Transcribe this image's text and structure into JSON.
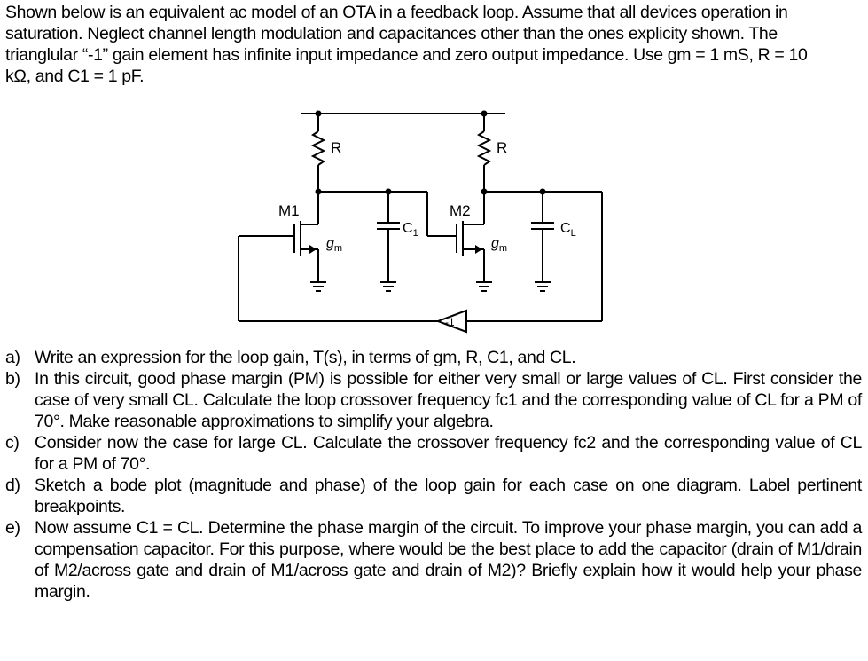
{
  "intro_lines": [
    "Shown below is an equivalent ac model of an OTA in a feedback loop. Assume that all devices operation in",
    "saturation. Neglect channel length modulation and capacitances other than the ones explicity shown.  The",
    "trianglular “-1” gain element has infinite input impedance and zero output impedance. Use gm = 1 mS, R = 10",
    "kΩ, and C1 = 1 pF."
  ],
  "circuit": {
    "resistor_label": "R",
    "m1_label": "M1",
    "m2_label": "M2",
    "gm_label": "gm",
    "c1_label": "C1",
    "cl_label": "CL",
    "gain_label": "-1"
  },
  "questions": [
    {
      "label": "a)",
      "text": "Write an expression for the loop gain, T(s), in terms of gm, R, C1, and CL."
    },
    {
      "label": "b)",
      "text": "In this circuit, good phase margin (PM) is possible for either very small or large values of CL. First consider the case of very small CL. Calculate the loop crossover frequency fc1 and the corresponding value of CL for a PM of 70°. Make reasonable approximations to simplify your algebra."
    },
    {
      "label": "c)",
      "text": "Consider now the case for large CL. Calculate the crossover frequency fc2 and the corresponding value of CL for a PM of 70°."
    },
    {
      "label": "d)",
      "text": "Sketch a bode plot (magnitude and phase) of the loop gain for each case on one diagram. Label pertinent breakpoints."
    },
    {
      "label": "e)",
      "text": "Now assume C1 = CL. Determine the phase margin of the circuit. To improve your phase margin, you can add a compensation capacitor. For this purpose, where would be the best place to add the capacitor (drain of M1/drain of M2/across gate and drain of M1/across gate and drain of M2)? Briefly explain how it would help your phase margin."
    }
  ]
}
